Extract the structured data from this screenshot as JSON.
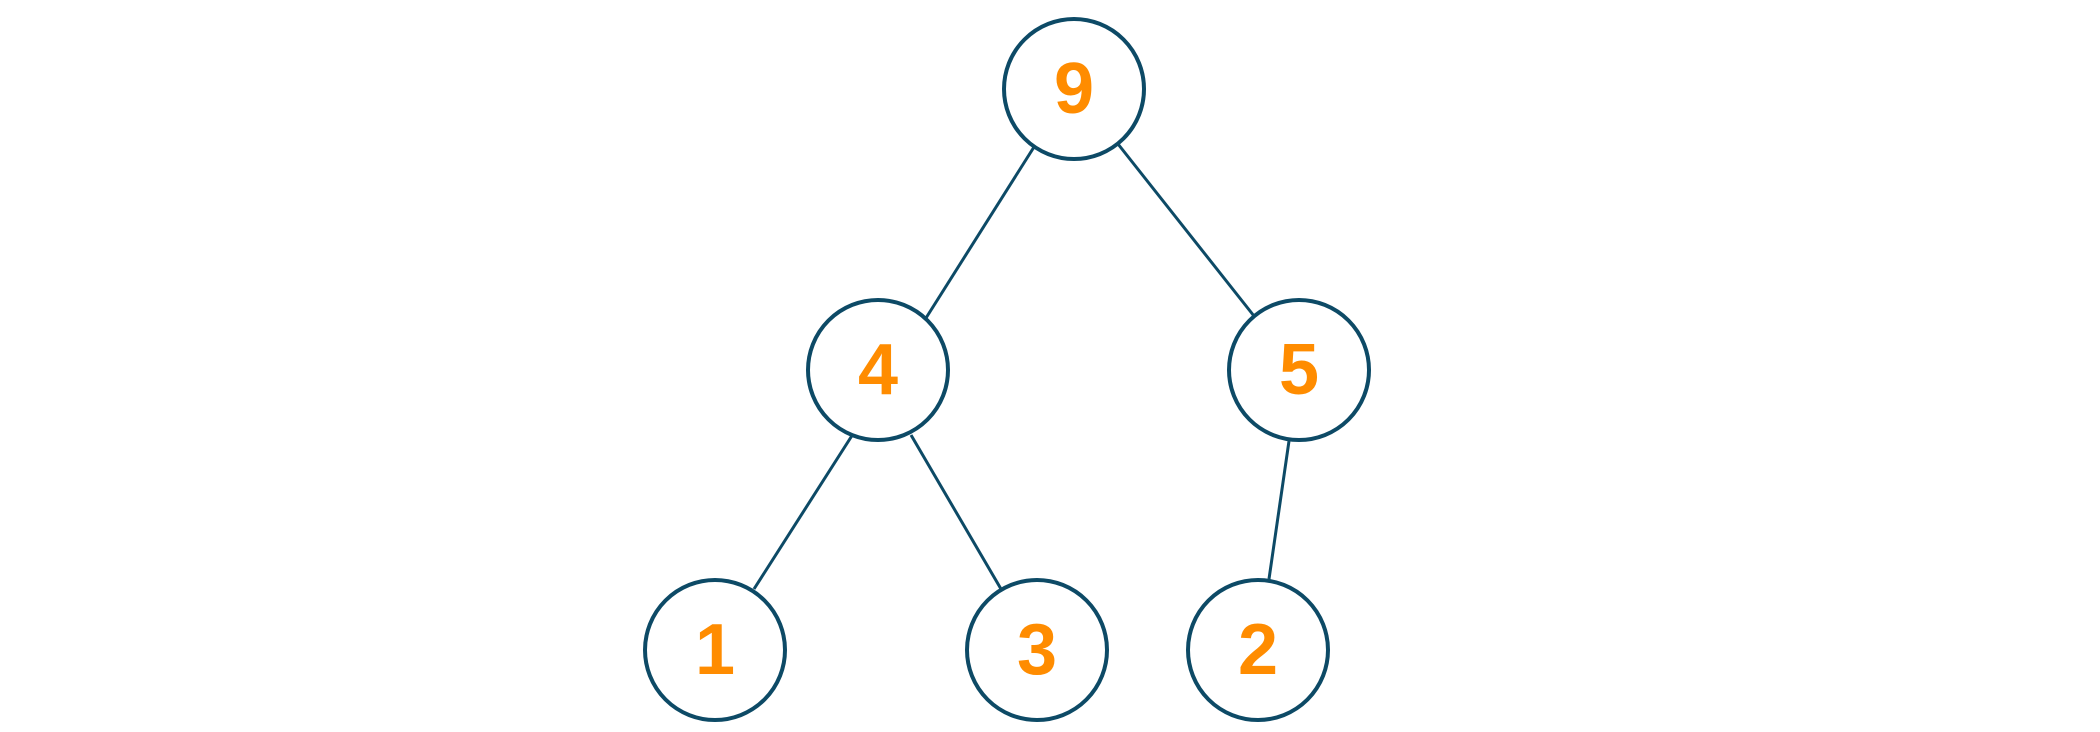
{
  "colors": {
    "node_stroke": "#0d4a66",
    "edge_stroke": "#0d4a66",
    "label": "#ff8c00",
    "node_fill": "#ffffff"
  },
  "tree": {
    "nodes": [
      {
        "id": "n9",
        "label": "9"
      },
      {
        "id": "n4",
        "label": "4"
      },
      {
        "id": "n5",
        "label": "5"
      },
      {
        "id": "n1",
        "label": "1"
      },
      {
        "id": "n3",
        "label": "3"
      },
      {
        "id": "n2",
        "label": "2"
      }
    ],
    "edges": [
      {
        "from": "n9",
        "to": "n4"
      },
      {
        "from": "n9",
        "to": "n5"
      },
      {
        "from": "n4",
        "to": "n1"
      },
      {
        "from": "n4",
        "to": "n3"
      },
      {
        "from": "n5",
        "to": "n2"
      }
    ]
  }
}
